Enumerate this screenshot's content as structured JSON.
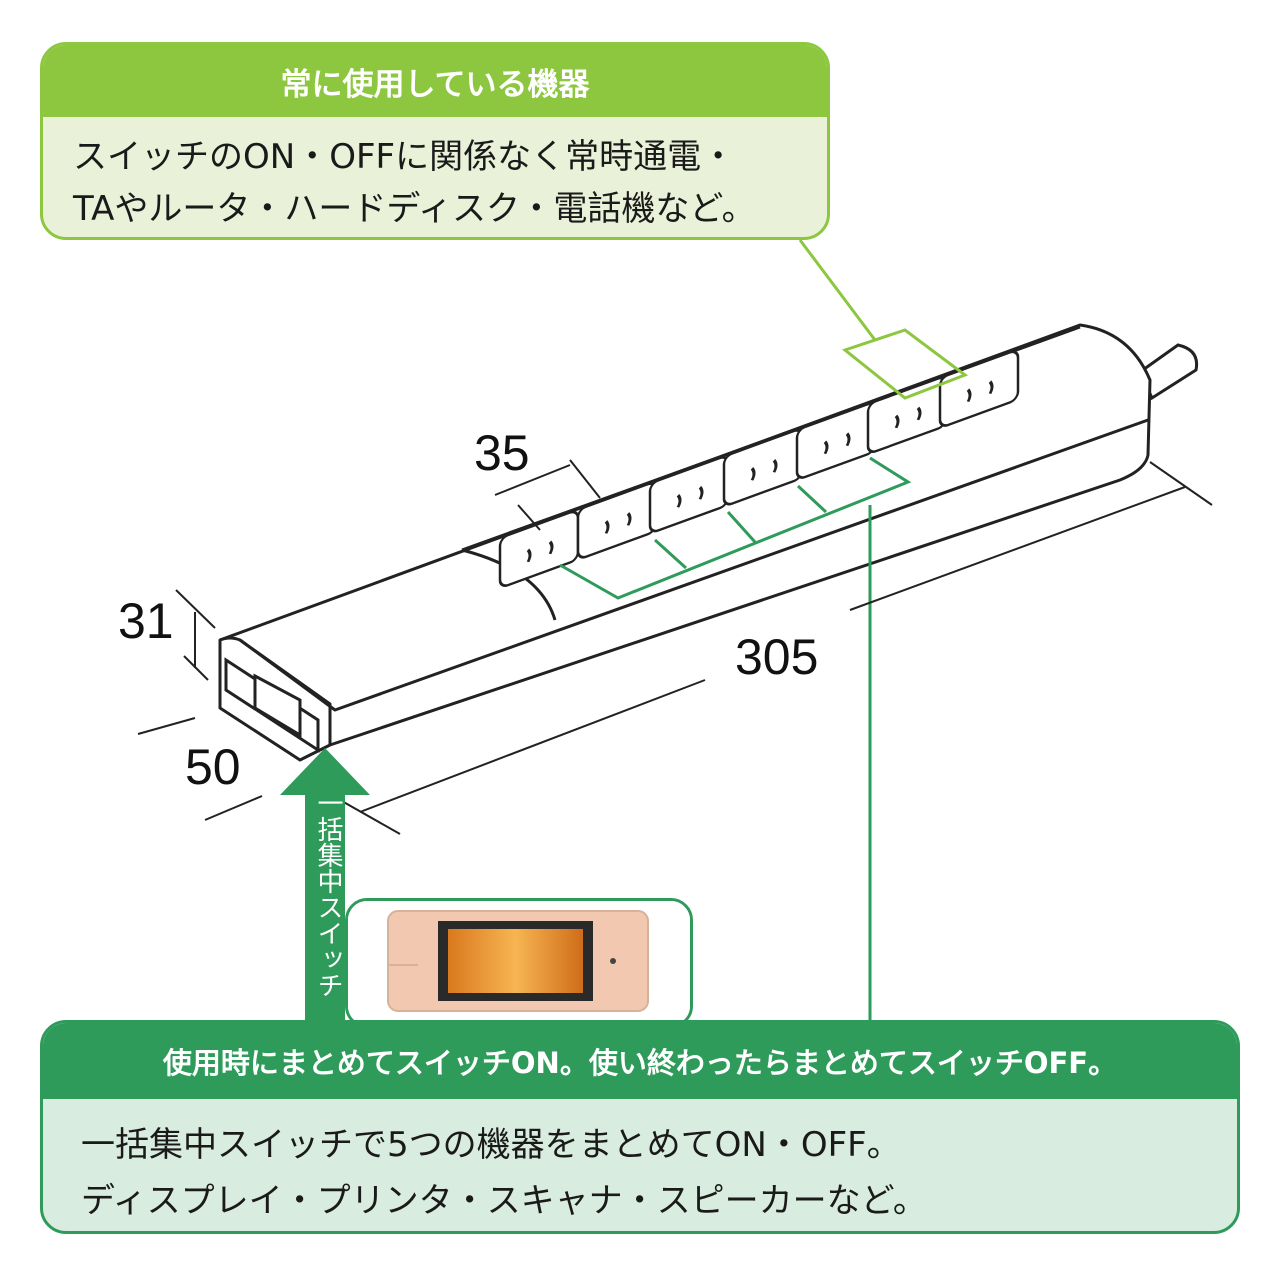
{
  "always_on": {
    "title": "常に使用している機器",
    "line1": "スイッチのON・OFFに関係なく常時通電・",
    "line2": "TAやルータ・ハードディスク・電話機など。"
  },
  "switched": {
    "title": "使用時にまとめてスイッチON。使い終わったらまとめてスイッチOFF。",
    "line1": "一括集中スイッチで5つの機器をまとめてON・OFF。",
    "line2": "ディスプレイ・プリンタ・スキャナ・スピーカーなど。"
  },
  "dimensions": {
    "outlet_pitch": "35",
    "height": "31",
    "width": "50",
    "length": "305"
  },
  "switch_label": "一括集中スイッチ",
  "colors": {
    "light_green": "#8dc63f",
    "light_green_bg": "#e9f2d8",
    "dark_green": "#2e9b5b",
    "dark_green_bg": "#d9ece0",
    "switch_lamp": "#f29a2e"
  }
}
